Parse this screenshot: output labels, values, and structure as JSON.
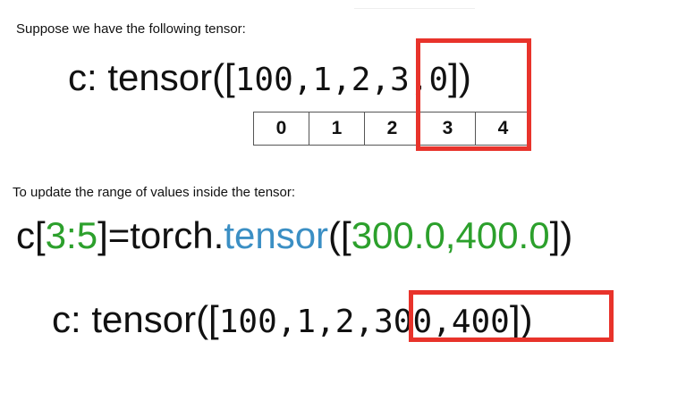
{
  "intro_text": "Suppose we have the following tensor:",
  "tensor_before": {
    "prefix": "c: tensor([",
    "values": "100,1,2,3,0",
    "suffix": "])"
  },
  "index_cells": [
    "0",
    "1",
    "2",
    "3",
    "4"
  ],
  "update_text": "To update the range of values inside the tensor:",
  "assignment": {
    "var": "c[",
    "slice": "3:5",
    "mid": "]=torch.",
    "func": "tensor",
    "open": "([",
    "args": "300.0,400.0",
    "close": "])"
  },
  "tensor_after": {
    "prefix": "c: tensor([",
    "values": "100,1,2,300,400",
    "suffix": "])"
  },
  "colors": {
    "highlight": "#e8332b",
    "number_green": "#2ca02c",
    "func_blue": "#3b8fc4"
  }
}
